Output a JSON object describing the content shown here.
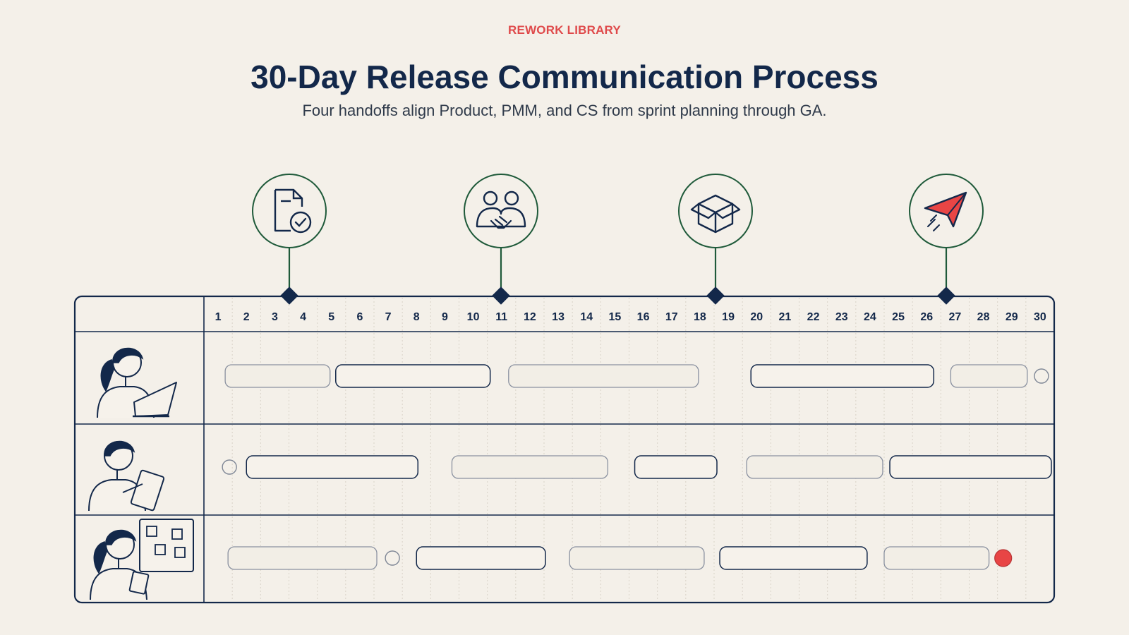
{
  "header": {
    "eyebrow": "REWORK LIBRARY",
    "title": "30-Day Release Communication Process",
    "subtitle": "Four handoffs align Product, PMM, and CS from sprint planning through GA."
  },
  "colors": {
    "ink": "#13284a",
    "accent_red": "#e84545",
    "stem_green": "#1f5a3a",
    "background": "#f4f0e9",
    "grid": "#d9d3c8"
  },
  "timeline": {
    "days": [
      "1",
      "2",
      "3",
      "4",
      "5",
      "6",
      "7",
      "8",
      "9",
      "10",
      "11",
      "12",
      "13",
      "14",
      "15",
      "16",
      "17",
      "18",
      "19",
      "20",
      "21",
      "22",
      "23",
      "24",
      "25",
      "26",
      "27",
      "28",
      "29",
      "30"
    ],
    "handoffs": [
      {
        "icon": "document-check-icon",
        "position_day": 3.5
      },
      {
        "icon": "handshake-team-icon",
        "position_day": 11
      },
      {
        "icon": "package-box-icon",
        "position_day": 18.75
      },
      {
        "icon": "paper-plane-icon",
        "position_day": 27
      }
    ]
  },
  "lanes": [
    {
      "avatar": "person-laptop-icon",
      "bars": [
        {
          "start": 1.25,
          "end": 4.95,
          "style": "faded"
        },
        {
          "start": 5.15,
          "end": 10.6,
          "style": "solid"
        },
        {
          "start": 11.25,
          "end": 17.95,
          "style": "faded"
        },
        {
          "start": 19.8,
          "end": 26.25,
          "style": "solid"
        },
        {
          "start": 26.85,
          "end": 29.55,
          "style": "faded"
        }
      ],
      "dots": [
        {
          "day": 30.05,
          "style": "hollow"
        }
      ]
    },
    {
      "avatar": "person-clipboard-icon",
      "bars": [
        {
          "start": 2.0,
          "end": 8.05,
          "style": "solid"
        },
        {
          "start": 9.25,
          "end": 14.75,
          "style": "faded"
        },
        {
          "start": 15.7,
          "end": 18.6,
          "style": "solid"
        },
        {
          "start": 19.65,
          "end": 24.45,
          "style": "faded"
        },
        {
          "start": 24.7,
          "end": 30.4,
          "style": "solid"
        }
      ],
      "dots": [
        {
          "day": 1.4,
          "style": "hollow"
        }
      ]
    },
    {
      "avatar": "person-kanban-board-icon",
      "bars": [
        {
          "start": 1.35,
          "end": 6.6,
          "style": "faded"
        },
        {
          "start": 8.0,
          "end": 12.55,
          "style": "solid"
        },
        {
          "start": 13.4,
          "end": 18.15,
          "style": "faded"
        },
        {
          "start": 18.7,
          "end": 23.9,
          "style": "solid"
        },
        {
          "start": 24.5,
          "end": 28.2,
          "style": "faded"
        }
      ],
      "dots": [
        {
          "day": 7.15,
          "style": "hollow"
        },
        {
          "day": 28.7,
          "style": "filled-red"
        }
      ]
    }
  ]
}
